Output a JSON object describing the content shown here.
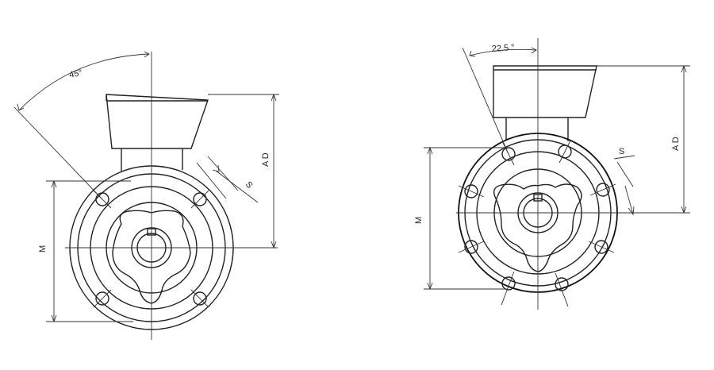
{
  "views": [
    {
      "id": "four-hole-flange",
      "angle_label": "45°",
      "dim_M": "M",
      "dim_AD": "A D",
      "dim_S": "S"
    },
    {
      "id": "eight-hole-flange",
      "angle_label": "22.5 °",
      "dim_M": "M",
      "dim_AD": "A D",
      "dim_S": "S"
    }
  ]
}
